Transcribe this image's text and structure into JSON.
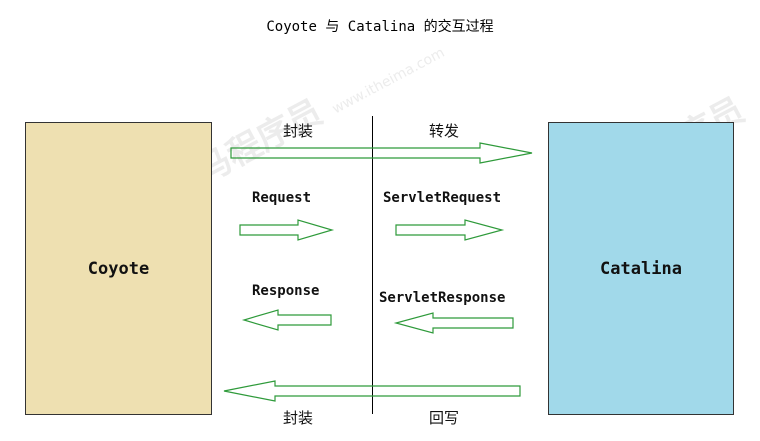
{
  "title": "Coyote 与 Catalina 的交互过程",
  "left_box": {
    "label": "Coyote",
    "color": "#eee0b1"
  },
  "right_box": {
    "label": "Catalina",
    "color": "#a1d9ea"
  },
  "arrow_color": "#2e9a3a",
  "labels": {
    "top_left": "封装",
    "top_right": "转发",
    "request": "Request",
    "servlet_request": "ServletRequest",
    "response": "Response",
    "servlet_response": "ServletResponse",
    "bottom_left": "封装",
    "bottom_right": "回写"
  },
  "watermark": [
    "黑马程序员",
    "www.itheima.com"
  ]
}
